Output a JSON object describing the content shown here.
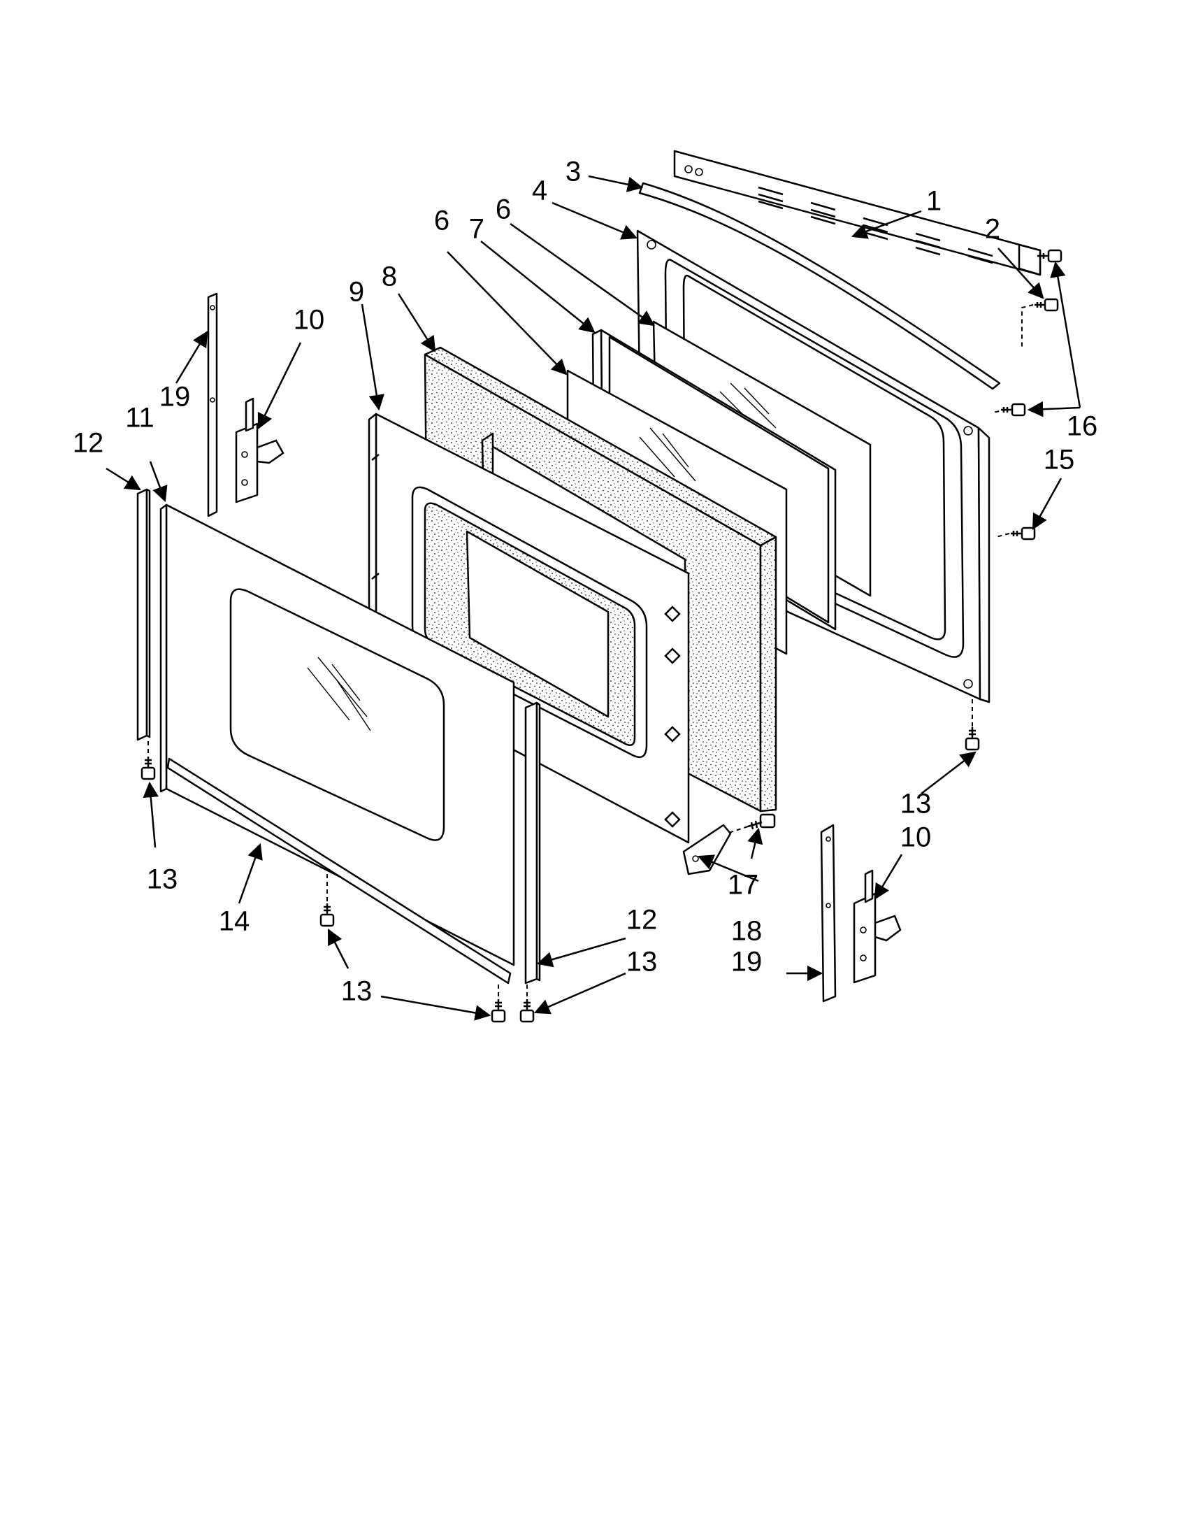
{
  "callouts": [
    {
      "id": "c1",
      "text": "1"
    },
    {
      "id": "c2",
      "text": "2"
    },
    {
      "id": "c3",
      "text": "3"
    },
    {
      "id": "c4",
      "text": "4"
    },
    {
      "id": "c6a",
      "text": "6"
    },
    {
      "id": "c6b",
      "text": "6"
    },
    {
      "id": "c7",
      "text": "7"
    },
    {
      "id": "c8",
      "text": "8"
    },
    {
      "id": "c9",
      "text": "9"
    },
    {
      "id": "c10a",
      "text": "10"
    },
    {
      "id": "c10b",
      "text": "10"
    },
    {
      "id": "c11",
      "text": "11"
    },
    {
      "id": "c12a",
      "text": "12"
    },
    {
      "id": "c12b",
      "text": "12"
    },
    {
      "id": "c13a",
      "text": "13"
    },
    {
      "id": "c13b",
      "text": "13"
    },
    {
      "id": "c13c",
      "text": "13"
    },
    {
      "id": "c13d",
      "text": "13"
    },
    {
      "id": "c14",
      "text": "14"
    },
    {
      "id": "c15",
      "text": "15"
    },
    {
      "id": "c16",
      "text": "16"
    },
    {
      "id": "c17",
      "text": "17"
    },
    {
      "id": "c18",
      "text": "18"
    },
    {
      "id": "c19a",
      "text": "19"
    },
    {
      "id": "c19b",
      "text": "19"
    }
  ]
}
